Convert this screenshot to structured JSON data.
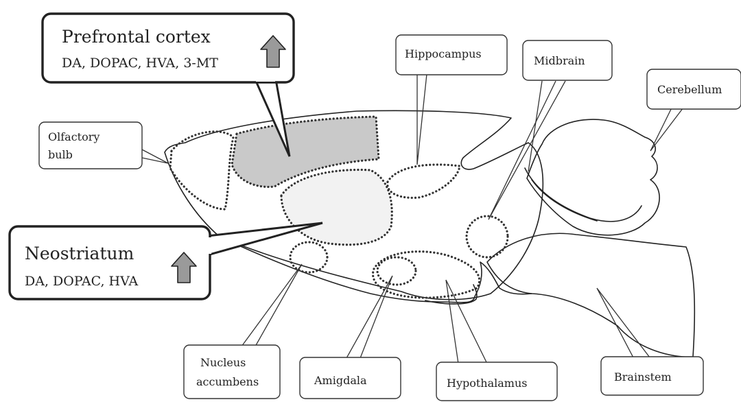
{
  "colors": {
    "region_highlight": "#c9c9c9",
    "arrow_fill": "#9a9a9a",
    "stroke": "#222222"
  },
  "icons": {
    "increase_arrow": "up-arrow-icon"
  },
  "callouts": {
    "prefrontal": {
      "title": "Prefrontal cortex",
      "metabolites": "DA, DOPAC, HVA, 3-MT",
      "change": "increase"
    },
    "neostriatum": {
      "title": "Neostriatum",
      "metabolites": "DA, DOPAC, HVA",
      "change": "increase"
    }
  },
  "labels": {
    "olfactory_line1": "Olfactory",
    "olfactory_line2": "bulb",
    "hippocampus": "Hippocampus",
    "midbrain": "Midbrain",
    "cerebellum": "Cerebellum",
    "nucleus_line1": "Nucleus",
    "nucleus_line2": "accumbens",
    "amigdala": "Amigdala",
    "hypothalamus": "Hypothalamus",
    "brainstem": "Brainstem"
  }
}
